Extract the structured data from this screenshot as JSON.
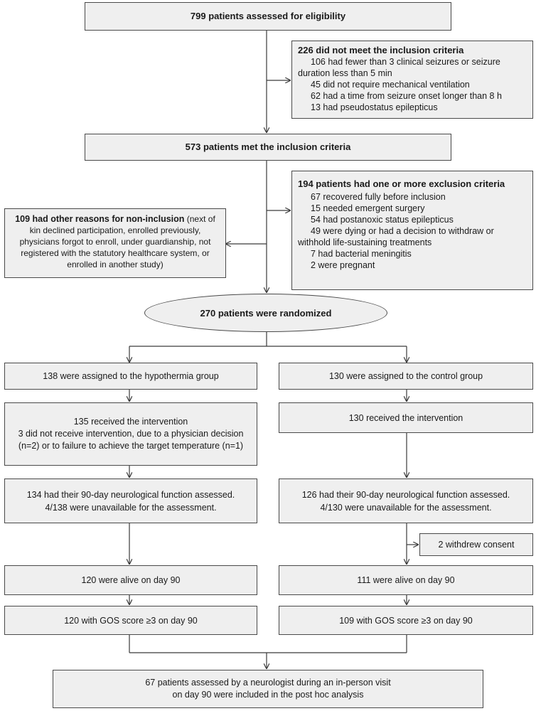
{
  "assessed": "799 patients assessed for eligibility",
  "not_met": {
    "title": "226 did not meet the inclusion criteria",
    "items": [
      "106 had fewer than 3 clinical seizures or seizure duration less than 5 min",
      "45 did not require mechanical ventilation",
      "62 had a time from seizure onset longer than 8 h",
      "13 had pseudostatus epilepticus"
    ]
  },
  "met": "573 patients met the inclusion criteria",
  "exclusion": {
    "title": "194 patients had one or more exclusion criteria",
    "items": [
      "67 recovered fully before inclusion",
      "15 needed emergent surgery",
      "54 had postanoxic status epilepticus",
      "49 were dying or had a decision to withdraw or withhold life-sustaining treatments",
      "7 had bacterial meningitis",
      "2 were pregnant"
    ]
  },
  "other": {
    "title": "109 had other reasons for non-inclusion",
    "text": "(next of kin declined participation, enrolled previously, physicians forgot to enroll, under guardianship, not registered with the statutory healthcare system, or enrolled in another study)"
  },
  "randomized": "270 patients were randomized",
  "left": {
    "assigned": "138 were assigned to the hypothermia group",
    "received": "135 received the intervention",
    "not_received": "3 did not receive intervention, due to a physician decision (n=2) or to failure to achieve the target temperature (n=1)",
    "assessed_1": "134 had their 90-day neurological function assessed.",
    "assessed_2": "4/138 were unavailable for the assessment.",
    "alive": "120 were alive on day 90",
    "gos": "120 with GOS score ≥3 on day 90"
  },
  "right": {
    "assigned": "130 were assigned to the control group",
    "received": "130 received the intervention",
    "assessed_1": "126 had their 90-day neurological function assessed.",
    "assessed_2": "4/130 were unavailable for the assessment.",
    "withdrew": "2 withdrew consent",
    "alive": "111 were alive on day 90",
    "gos": "109 with GOS score ≥3 on day 90"
  },
  "final": {
    "line1": "67 patients assessed by a neurologist during an in-person visit",
    "line2": "on day 90 were included in the post hoc analysis"
  }
}
